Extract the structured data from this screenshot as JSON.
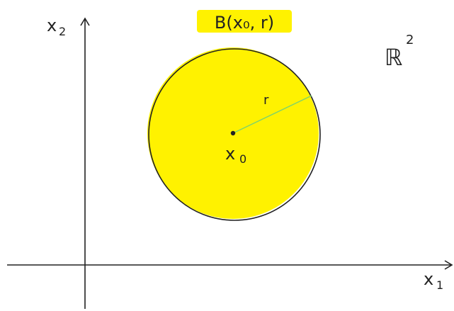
{
  "title": "B(x₀, r)",
  "space_label": "ℝ",
  "space_exponent": "2",
  "center_label": "x",
  "center_subscript": "0",
  "radius_label": "r",
  "x_axis_label": "x",
  "x_axis_subscript": "1",
  "y_axis_label": "x",
  "y_axis_subscript": "2",
  "colors": {
    "ball_fill": "#fff200",
    "title_highlight": "#fff200",
    "radius_line": "#7fd36a",
    "ink": "#222222",
    "background": "#ffffff"
  }
}
